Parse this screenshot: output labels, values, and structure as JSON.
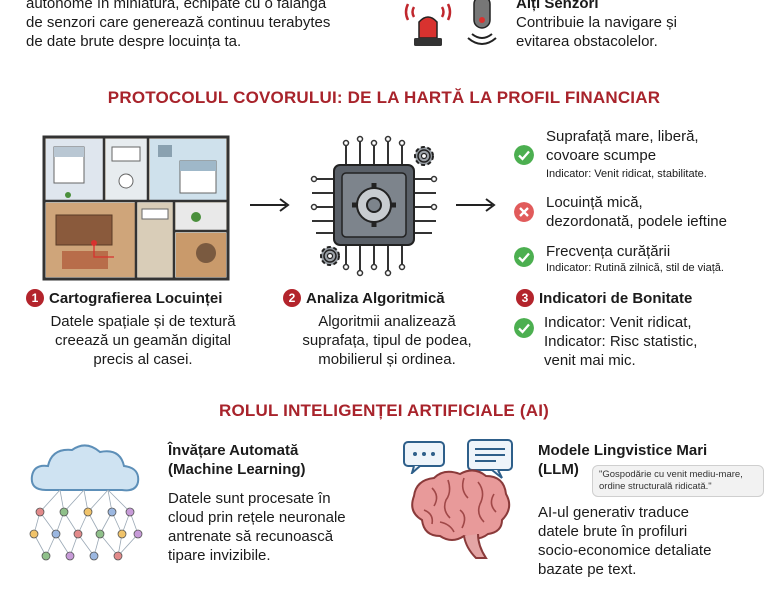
{
  "intro": {
    "line1": "autonome în miniatură, echipate cu o falangă",
    "line2": "de senzori care generează continuu terabytes",
    "line3": "de date brute despre locuința ta."
  },
  "other_sensors": {
    "title": "Alți Senzori",
    "line1": "Contribuie la navigare și",
    "line2": "evitarea obstacolelor."
  },
  "protocol": {
    "heading": "PROTOCOLUL COVORULUI: DE LA HARTĂ LA PROFIL FINANCIAR",
    "step1": {
      "number": "1",
      "title": "Cartografierea Locuinței",
      "line1": "Datele spațiale și de textură",
      "line2": "creează un geamăn digital",
      "line3": "precis al casei."
    },
    "step2": {
      "number": "2",
      "title": "Analiza Algoritmică",
      "line1": "Algoritmii analizează",
      "line2": "suprafața, tipul de podea,",
      "line3": "mobilierul și ordinea."
    },
    "step3": {
      "number": "3",
      "title": "Indicatori de Bonitate",
      "line1": "Indicator: Venit ridicat,",
      "line2": "Indicator: Risc statistic,",
      "line3": "venit mai mic."
    },
    "outcomes": [
      {
        "status": "positive",
        "line1": "Suprafață mare, liberă,",
        "line2": "covoare scumpe",
        "indicator": "Indicator: Venit ridicat, stabilitate."
      },
      {
        "status": "negative",
        "line1": "Locuință mică,",
        "line2": "dezordonată, podele ieftine",
        "indicator": ""
      },
      {
        "status": "positive",
        "line1": "Frecvența curățării",
        "line2": "",
        "indicator": "Indicator: Rutină zilnică, stil de viață."
      }
    ]
  },
  "ai": {
    "heading": "ROLUL INTELIGENȚEI ARTIFICIALE (AI)",
    "ml": {
      "title1": "Învățare Automată",
      "title2": "(Machine Learning)",
      "line1": "Datele sunt procesate în",
      "line2": "cloud prin rețele neuronale",
      "line3": "antrenate să recunoască",
      "line4": "tipare invizibile."
    },
    "llm": {
      "title1": "Modele Lingvistice Mari",
      "title2": "(LLM)",
      "quote1": "\"Gospodărie cu venit mediu-mare,",
      "quote2": "ordine structurală ridicată.\"",
      "line1": "AI-ul generativ traduce",
      "line2": "datele brute în profiluri",
      "line3": "socio-economice detaliate",
      "line4": "bazate pe text."
    }
  },
  "colors": {
    "accent": "#a8232b",
    "positive": "#4caf50",
    "negative": "#e15b5b"
  },
  "icons": [
    "siren-icon",
    "sensor-icon",
    "floorplan-icon",
    "chip-icon",
    "gear-icon",
    "check-icon",
    "cross-icon",
    "cloud-network-icon",
    "brain-icon",
    "chat-bubble-icon"
  ]
}
